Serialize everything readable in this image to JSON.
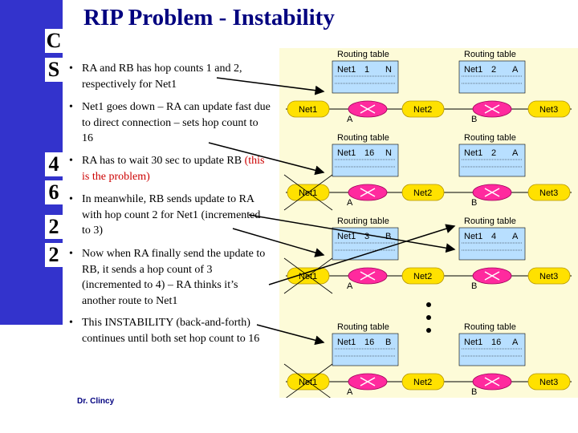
{
  "course_code": {
    "letters": [
      "C",
      "S",
      "4",
      "6",
      "2",
      "2"
    ]
  },
  "title": "RIP Problem - Instability",
  "bullets": [
    {
      "text": "RA and RB has hop counts 1 and 2, respectively for Net1"
    },
    {
      "text": "Net1 goes down – RA can update fast due to direct connection – sets hop count to 16"
    },
    {
      "text": "RA has to wait 30 sec to update RB",
      "highlight": "(this is the problem)"
    },
    {
      "text": "In meanwhile, RB sends update to RA with hop count 2 for Net1 (incremented to 3)"
    },
    {
      "text": "Now when RA finally send the update to RB, it sends a hop count of 3 (incremented to 4) – RA thinks it’s another route to Net1"
    },
    {
      "text": "This INSTABILITY (back-and-forth) continues until both set hop count to 16"
    }
  ],
  "footer": "Dr. Clincy",
  "diagram": {
    "routing_table_label": "Routing table",
    "net_labels": [
      "Net1",
      "Net2",
      "Net3"
    ],
    "router_labels": [
      "A",
      "B"
    ],
    "stages": [
      {
        "left_entry": [
          "Net1",
          "1",
          "N"
        ],
        "right_entry": [
          "Net1",
          "2",
          "A"
        ]
      },
      {
        "left_entry": [
          "Net1",
          "16",
          "N"
        ],
        "right_entry": [
          "Net1",
          "2",
          "A"
        ]
      },
      {
        "left_entry": [
          "Net1",
          "3",
          "B"
        ],
        "right_entry": [
          "Net1",
          "4",
          "A"
        ]
      },
      {
        "left_entry": [
          "Net1",
          "16",
          "B"
        ],
        "right_entry": [
          "Net1",
          "16",
          "A"
        ]
      }
    ]
  },
  "colors": {
    "sidebar": "#3333cc",
    "title": "#00007f",
    "highlight": "#cc0000",
    "net_fill": "#ffe100",
    "router_fill": "#ff2a9e",
    "table_fill": "#b8dfff"
  }
}
